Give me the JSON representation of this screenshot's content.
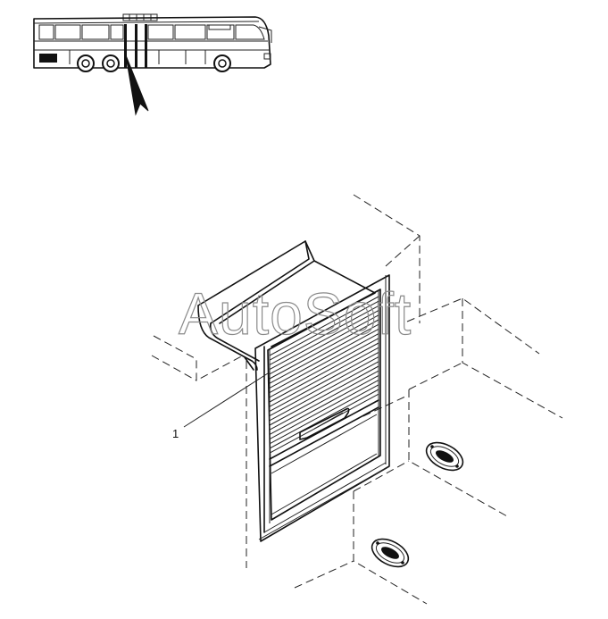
{
  "watermark": {
    "text": "AutoSoft"
  },
  "callouts": [
    {
      "number": "1",
      "part": "roller-shutter-unit"
    }
  ],
  "icons": {
    "bus_thumbnail": "bus-locator-icon",
    "locator_arrow": "arrow-pointer-icon",
    "grille_upper": "vent-grille-icon",
    "grille_lower": "vent-grille-icon"
  },
  "colors": {
    "line": "#111111",
    "watermark": "#8a8a8a",
    "background": "#ffffff"
  }
}
